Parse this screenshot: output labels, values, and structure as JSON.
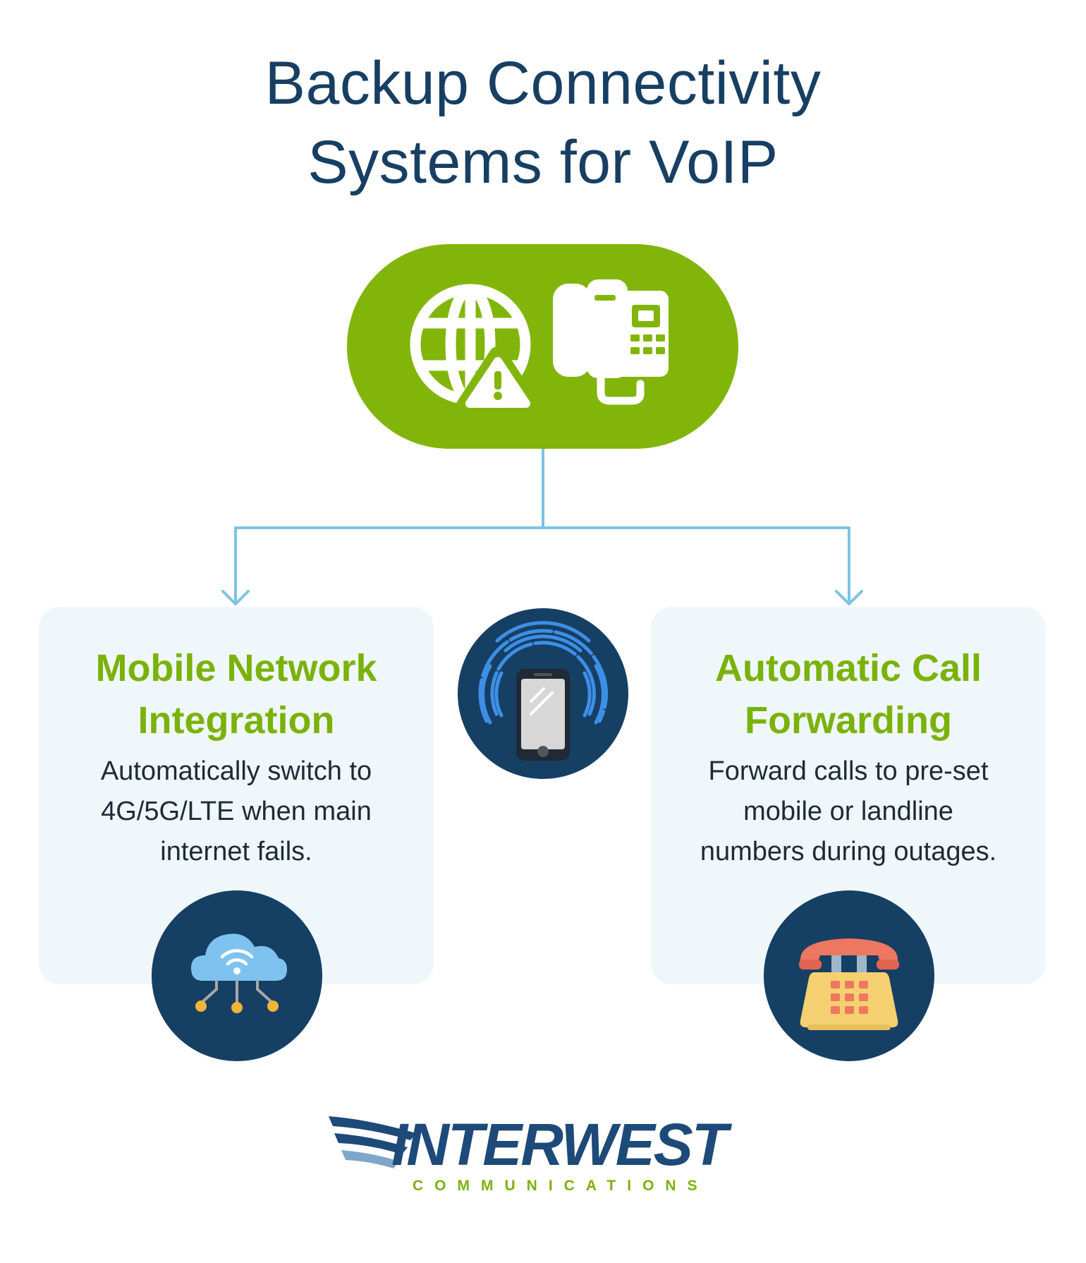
{
  "title": {
    "line1": "Backup Connectivity",
    "line2": "Systems for VoIP"
  },
  "hub": {
    "icons": [
      "globe-warning-icon",
      "desk-phone-icon"
    ],
    "color": "#82b50a"
  },
  "cards": [
    {
      "heading_line1": "Mobile Network",
      "heading_line2": "Integration",
      "text_line1": "Automatically switch to",
      "text_line2": "4G/5G/LTE when main",
      "text_line3": "internet fails.",
      "icon": "cloud-network-icon"
    },
    {
      "heading_line1": "Automatic Call",
      "heading_line2": "Forwarding",
      "text_line1": "Forward calls to pre-set",
      "text_line2": "mobile or landline",
      "text_line3": "numbers during outages.",
      "icon": "rotary-telephone-icon"
    }
  ],
  "center_icon": "smartphone-signal-icon",
  "colors": {
    "title": "#173f63",
    "accent_green": "#7ab20a",
    "circle": "#163f64",
    "card_bg": "#eff7fb",
    "connector": "#7cc3e3"
  },
  "logo": {
    "wordmark": "INTERWEST",
    "tagline": "COMMUNICATIONS"
  }
}
